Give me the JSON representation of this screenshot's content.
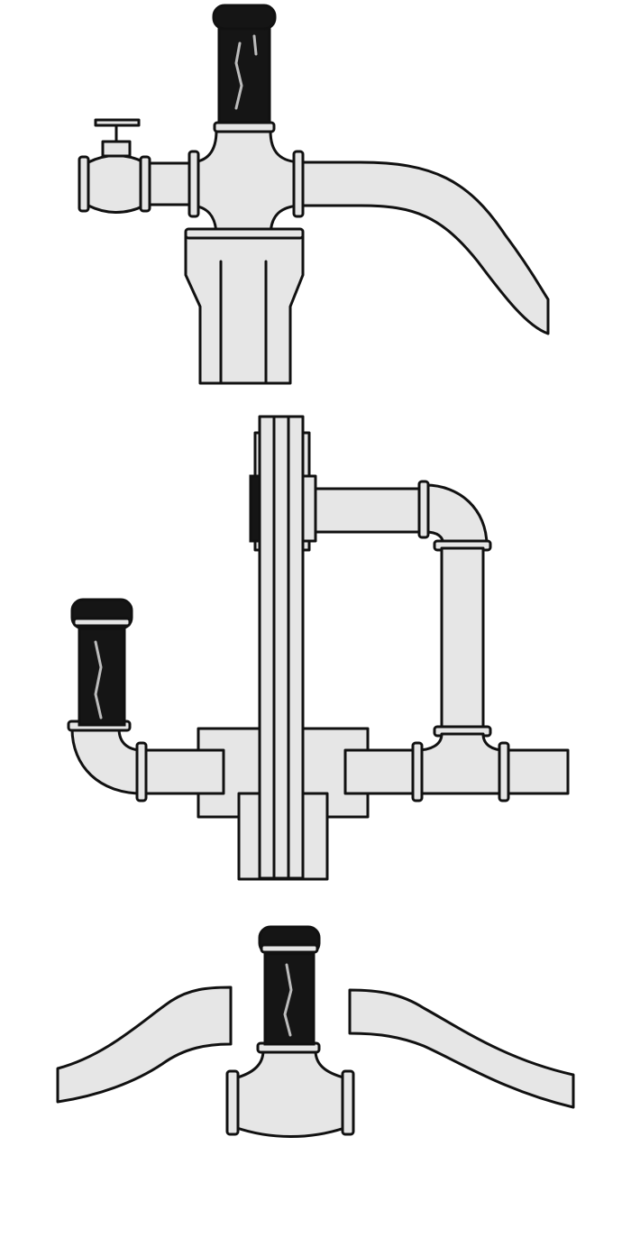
{
  "figure": {
    "panels": [
      {
        "id": "top",
        "parts": [
          "air-chamber",
          "cross-fitting",
          "shutoff-valve",
          "supply-pipe"
        ]
      },
      {
        "id": "middle",
        "parts": [
          "air-chamber",
          "elbow",
          "tee-fitting",
          "bypass-loop",
          "vertical-stack"
        ]
      },
      {
        "id": "bottom",
        "parts": [
          "air-chamber",
          "tee-fitting",
          "curved-pipe"
        ]
      }
    ],
    "colors": {
      "ink": "#111111",
      "pipe_fill": "#e6e6e6",
      "chamber_fill": "#151515",
      "background": "#ffffff"
    }
  }
}
